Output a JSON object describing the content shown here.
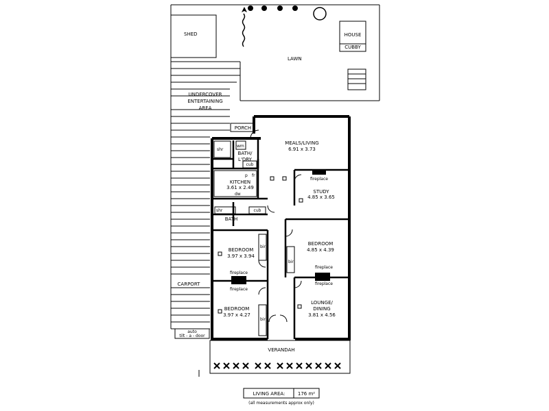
{
  "plan": {
    "shed": "SHED",
    "lawn": "LAWN",
    "house": "HOUSE",
    "cubby": "CUBBY",
    "undercover": [
      "UNDERCOVER",
      "ENTERTAINING",
      "AREA"
    ],
    "porch": "PORCH",
    "meals_living": "MEALS/LIVING",
    "meals_living_dim": "6.91 x 3.73",
    "shr1": "shr",
    "wm": "wm",
    "bath_ldry": [
      "BATH/",
      "L'DRY"
    ],
    "cub1": "cub",
    "kitchen": "KITCHEN",
    "kitchen_dim": "3.61 x 2.49",
    "dw": "dw",
    "p": "p",
    "fr": "fr",
    "fireplace": "fireplace",
    "study": "STUDY",
    "study_dim": "4.85 x 3.65",
    "shr2": "shr",
    "cub2": "cub",
    "bath": "BATH",
    "bedroom1": "BEDROOM",
    "bedroom1_dim": "3.97 x 3.94",
    "bir1": "bir",
    "bedroom2": "BEDROOM",
    "bedroom2_dim": "4.85 x 4.39",
    "bir2": "bir",
    "carport": "CARPORT",
    "bedroom3": "BEDROOM",
    "bedroom3_dim": "3.97 x 4.27",
    "bir3": "bir",
    "lounge": [
      "LOUNGE/",
      "DINING"
    ],
    "lounge_dim": "3.81 x 4.56",
    "auto": [
      "auto",
      "tilt - a - door"
    ],
    "verandah": "VERANDAH",
    "living_area_label": "LIVING AREA:",
    "living_area_value": "176 m²",
    "note": "(all measurements approx only)"
  }
}
